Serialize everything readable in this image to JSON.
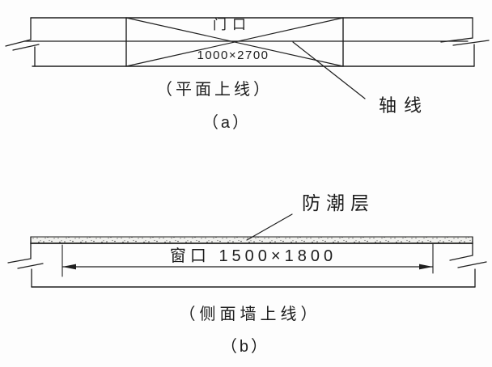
{
  "colors": {
    "background": "#fdfdfd",
    "line": "#1f1f1f"
  },
  "figure_a": {
    "opening_label": "门口",
    "opening_size": "1000×2700",
    "axis_label": "轴线",
    "caption": "（平面上线）",
    "sub_caption": "（a）"
  },
  "figure_b": {
    "damp_proof_label": "防潮层",
    "opening_size": "窗口 1500×1800",
    "caption": "（侧面墙上线）",
    "sub_caption": "（b）"
  }
}
